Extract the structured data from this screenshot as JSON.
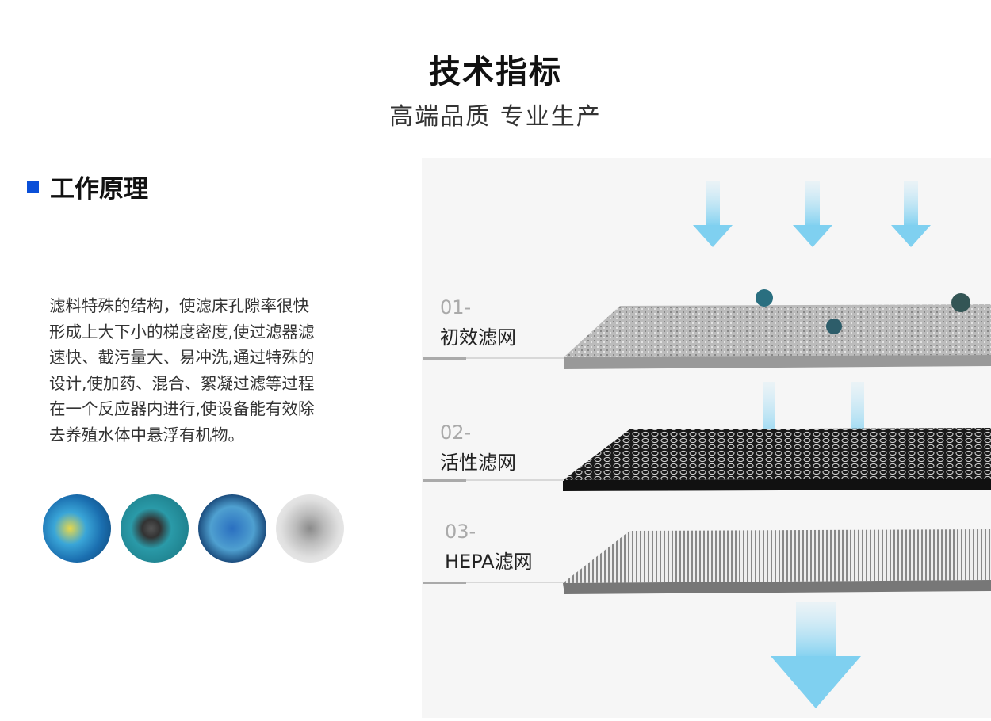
{
  "header": {
    "title": "技术指标",
    "subtitle": "高端品质 专业生产"
  },
  "section": {
    "title": "工作原理",
    "accent_color": "#0a4fd8"
  },
  "description": [
    "滤料特殊的结构，使滤床孔隙率很快",
    "形成上大下小的梯度密度,使过滤器滤",
    "速快、截污量大、易冲洗,通过特殊的",
    "设计,使加药、混合、絮凝过滤等过程",
    "在一个反应器内进行,使设备能有效除",
    "去养殖水体中悬浮有机物。"
  ],
  "layers": [
    {
      "num": "01-",
      "name": "初效滤网"
    },
    {
      "num": "02-",
      "name": "活性滤网"
    },
    {
      "num": "03-",
      "name": "HEPA滤网"
    }
  ]
}
